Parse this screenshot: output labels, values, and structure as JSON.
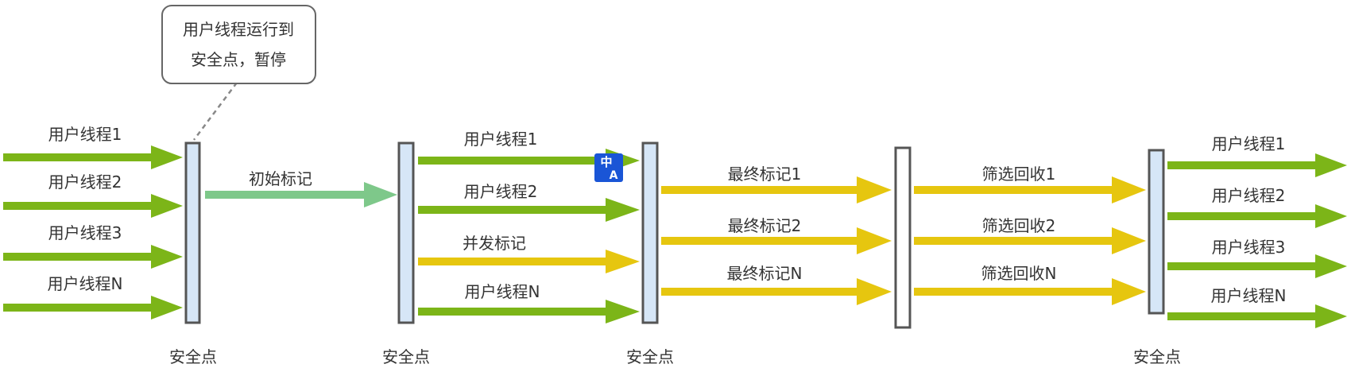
{
  "callout": {
    "line1": "用户线程运行到",
    "line2": "安全点，暂停"
  },
  "safepoints": {
    "label": "安全点"
  },
  "colors": {
    "green": "#7cb518",
    "light_green": "#7ec88a",
    "yellow": "#e6c60f",
    "barrier_fill": "#d6e6f7",
    "barrier_stroke": "#555555",
    "translate_badge": "#1a55d6"
  },
  "stage1": {
    "threads": [
      "用户线程1",
      "用户线程2",
      "用户线程3",
      "用户线程N"
    ]
  },
  "initial_mark": {
    "label": "初始标记"
  },
  "stage2": {
    "threads": [
      "用户线程1",
      "用户线程2",
      "并发标记",
      "用户线程N"
    ]
  },
  "translate_icon": {
    "top": "中",
    "bottom": "A"
  },
  "stage3": {
    "labels": [
      "最终标记1",
      "最终标记2",
      "最终标记N"
    ]
  },
  "stage4": {
    "labels": [
      "筛选回收1",
      "筛选回收2",
      "筛选回收N"
    ]
  },
  "stage5": {
    "threads": [
      "用户线程1",
      "用户线程2",
      "用户线程3",
      "用户线程N"
    ]
  }
}
